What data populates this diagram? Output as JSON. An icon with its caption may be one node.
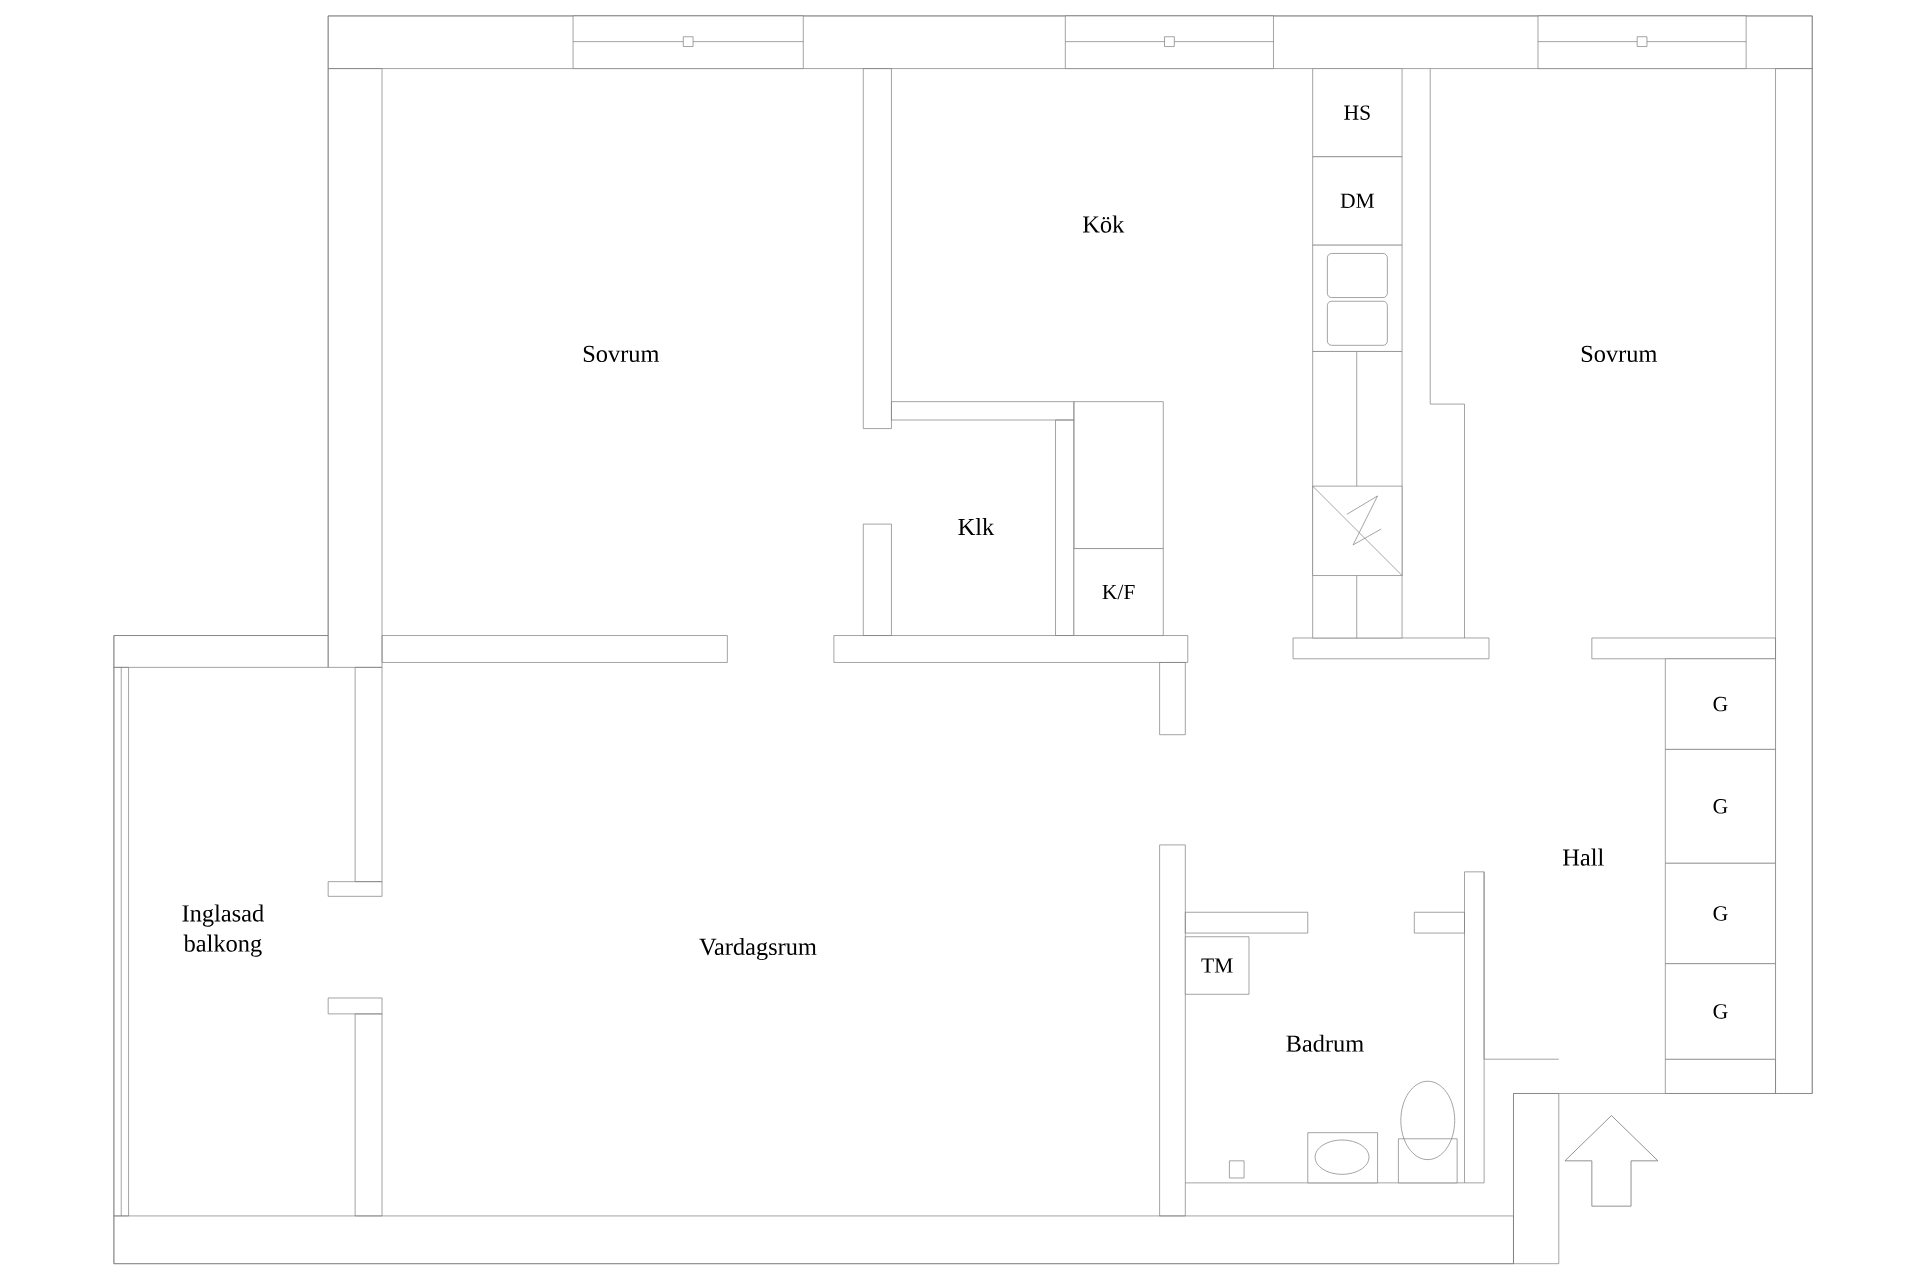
{
  "diagram": {
    "nodes": [
      {
        "text": [
          "HS"
        ]
      },
      {
        "text": [
          "DM"
        ]
      },
      {
        "text": [
          "K/F"
        ]
      },
      {
        "text": [
          "G"
        ]
      },
      {
        "text": [
          "G"
        ]
      },
      {
        "text": [
          "G"
        ]
      },
      {
        "text": [
          "TM"
        ]
      },
      {
        "text": [
          "G"
        ]
      }
    ],
    "labels": [
      "Sovrum",
      "Kök",
      "Sovrum",
      "Klk",
      "Hall",
      "Inglasad balkong",
      "Vardagsrum",
      "Badrum"
    ]
  }
}
